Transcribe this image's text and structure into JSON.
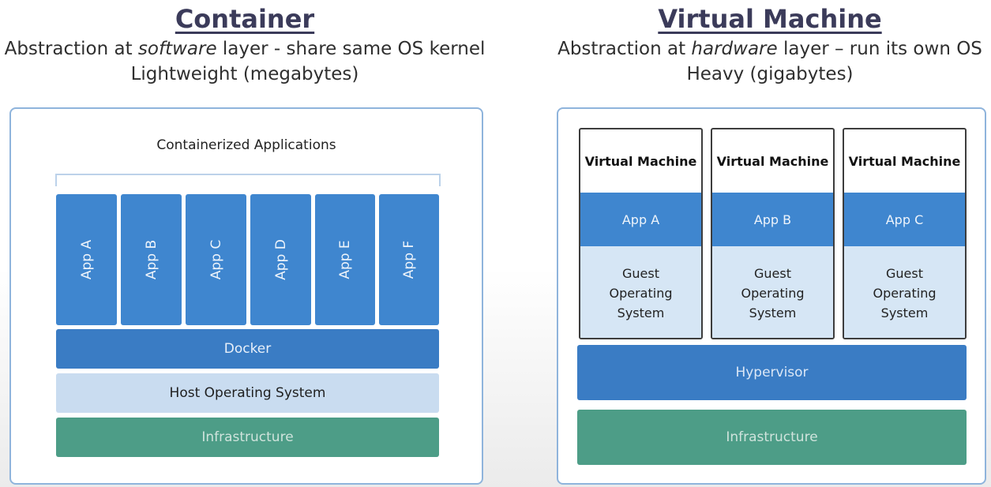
{
  "container": {
    "heading": "Container",
    "subtitle_before": "Abstraction at ",
    "subtitle_em": "software",
    "subtitle_after": " layer - share same OS kernel",
    "subtitle2": "Lightweight (megabytes)",
    "apps_label": "Containerized Applications",
    "apps": [
      "App A",
      "App B",
      "App C",
      "App D",
      "App E",
      "App F"
    ],
    "docker": "Docker",
    "host_os": "Host Operating System",
    "infrastructure": "Infrastructure"
  },
  "vm": {
    "heading": "Virtual Machine",
    "subtitle_before": "Abstraction at ",
    "subtitle_em": "hardware",
    "subtitle_after": " layer – run its own OS",
    "subtitle2": "Heavy (gigabytes)",
    "machines": [
      {
        "title": "Virtual Machine",
        "app": "App A",
        "guest": "Guest\nOperating\nSystem"
      },
      {
        "title": "Virtual Machine",
        "app": "App B",
        "guest": "Guest\nOperating\nSystem"
      },
      {
        "title": "Virtual Machine",
        "app": "App C",
        "guest": "Guest\nOperating\nSystem"
      }
    ],
    "hypervisor": "Hypervisor",
    "infrastructure": "Infrastructure"
  }
}
